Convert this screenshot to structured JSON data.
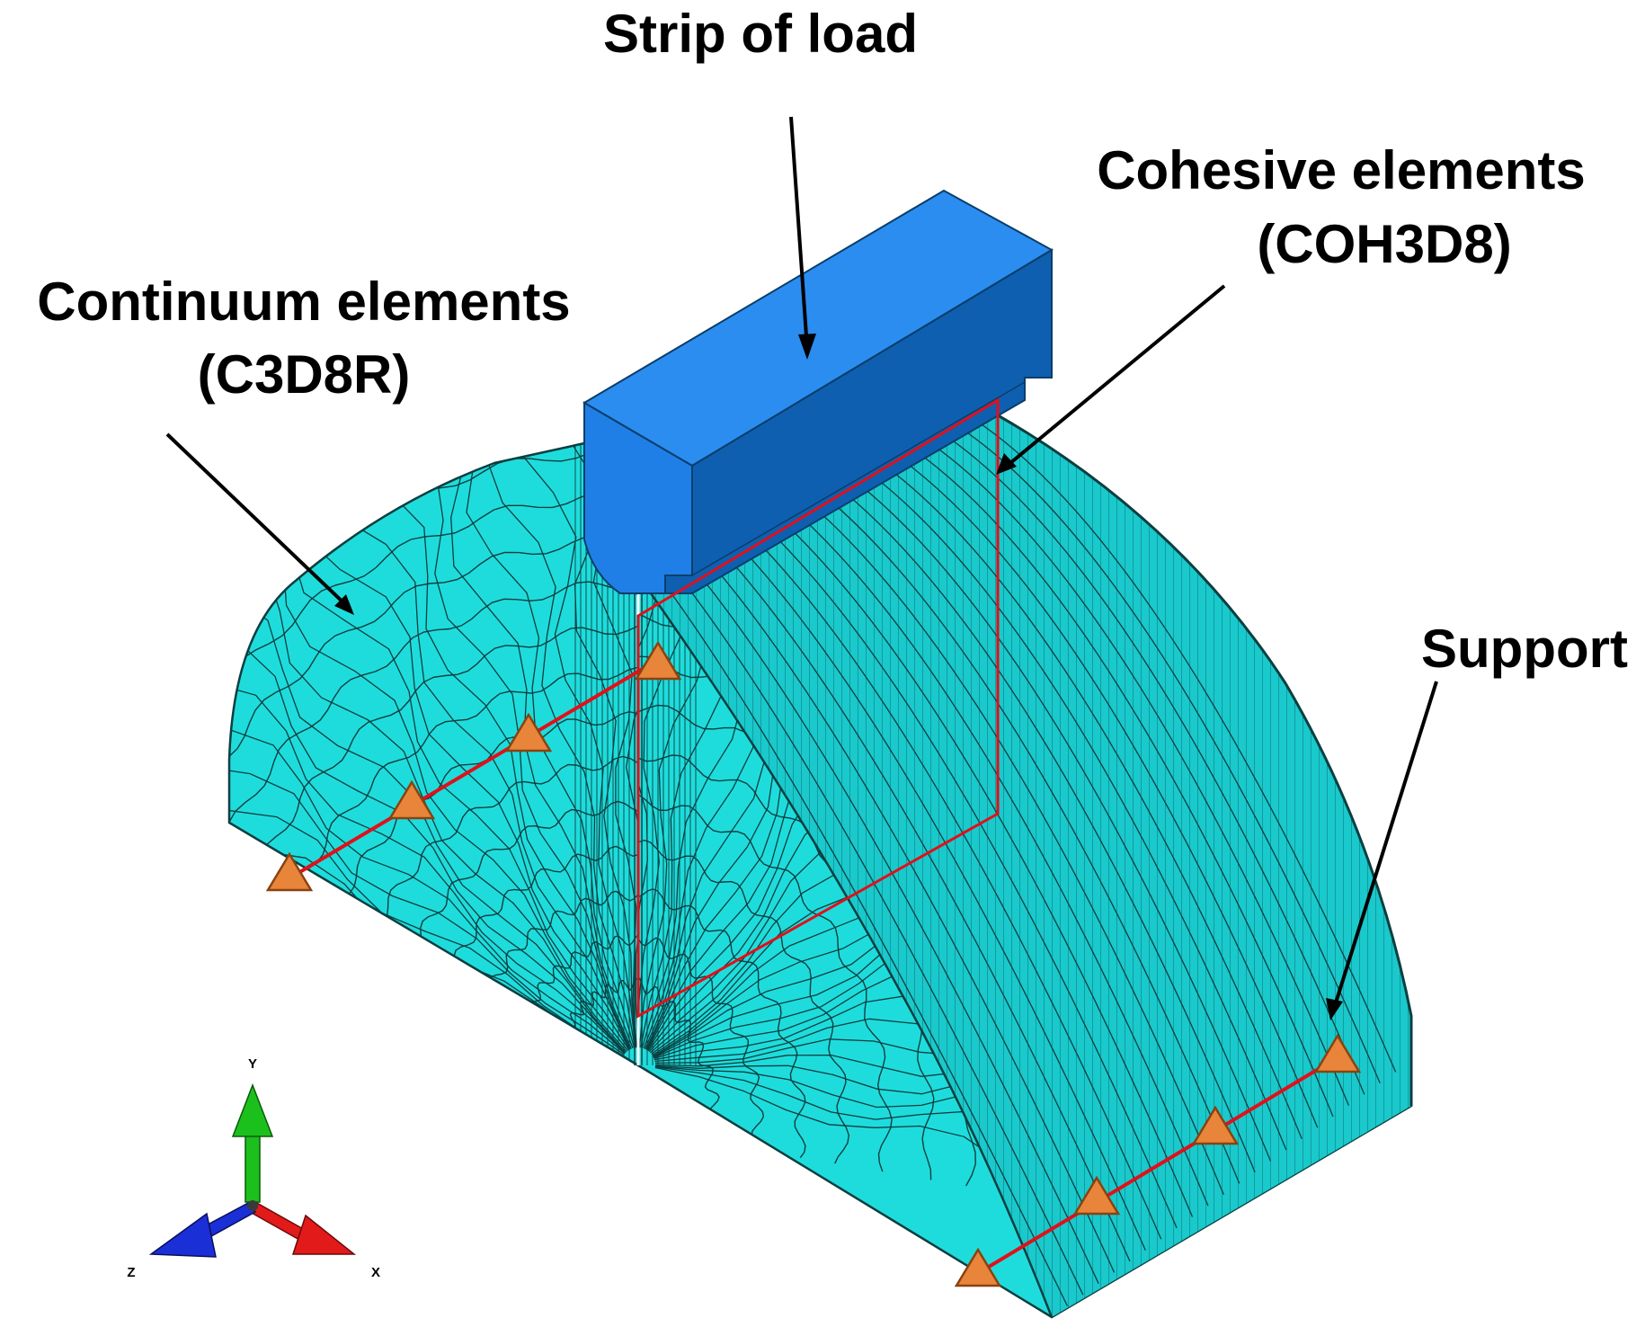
{
  "labels": {
    "strip_of_load": "Strip of load",
    "cohesive_line1": "Cohesive elements",
    "cohesive_line2": "(COH3D8)",
    "continuum_line1": "Continuum elements",
    "continuum_line2": "(C3D8R)",
    "support": "Support"
  },
  "axes": {
    "y": "Y",
    "z": "Z",
    "x": "X"
  },
  "colors": {
    "mesh_fill": "#1fdcdc",
    "mesh_fill_shade": "#19c9cc",
    "mesh_line": "#0b3f40",
    "load_front": "#1f7fe6",
    "load_top": "#2b8df0",
    "load_side": "#0f5fb0",
    "red_line": "#e0101a",
    "support_marker": "#e8853a",
    "axis_y": "#1cc01c",
    "axis_x": "#e21a1a",
    "axis_z": "#1a2fd6"
  },
  "icons": {
    "support": "triangle-support-icon",
    "arrow": "arrow-pointer-icon"
  }
}
